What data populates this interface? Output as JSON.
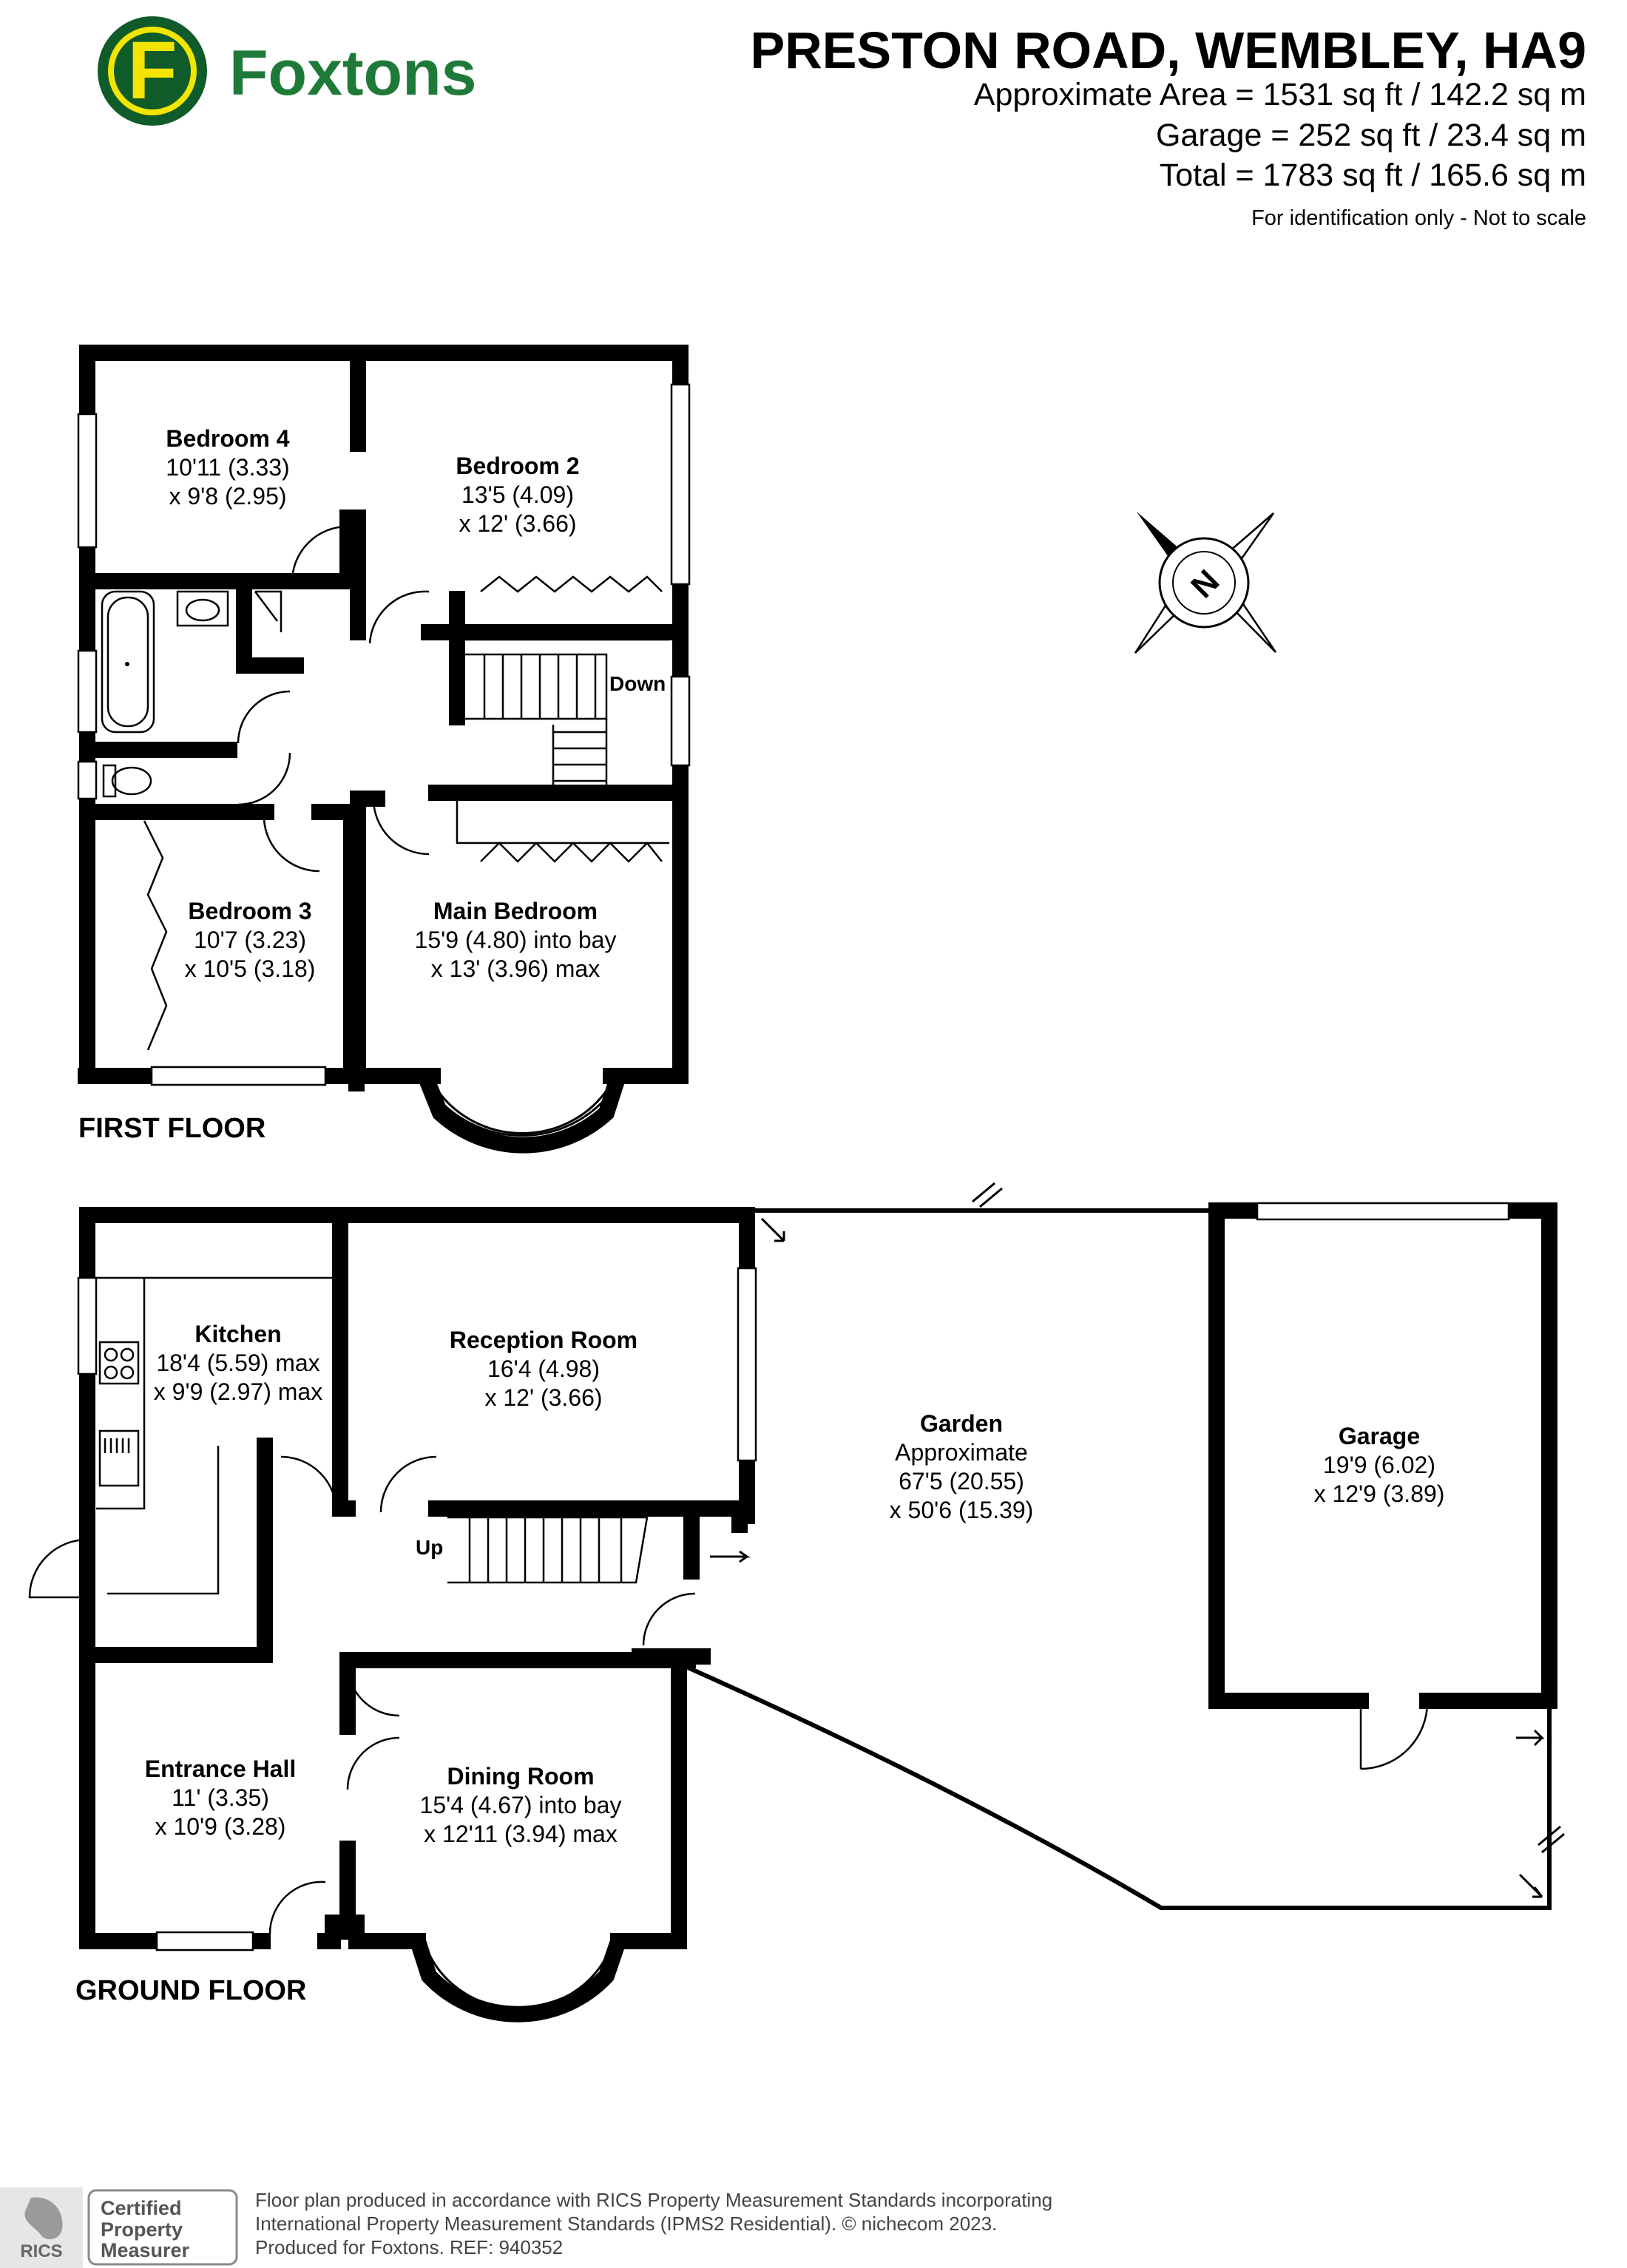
{
  "brand": {
    "name": "Foxtons",
    "mark": "F",
    "colors": {
      "green": "#0f5c2a",
      "yellow": "#f2e500"
    }
  },
  "header": {
    "title": "PRESTON ROAD, WEMBLEY, HA9",
    "area": "Approximate Area = 1531 sq ft / 142.2 sq m",
    "garage": "Garage = 252 sq ft / 23.4 sq m",
    "total": "Total = 1783 sq ft / 165.6 sq m",
    "note": "For identification only - Not to scale"
  },
  "compass": {
    "label": "N",
    "icon": "north-arrow-compass"
  },
  "first_floor": {
    "label": "FIRST FLOOR",
    "down": "Down",
    "rooms": {
      "bedroom4": {
        "name": "Bedroom 4",
        "dim1": "10'11 (3.33)",
        "dim2": "x 9'8 (2.95)"
      },
      "bedroom2": {
        "name": "Bedroom 2",
        "dim1": "13'5 (4.09)",
        "dim2": "x 12' (3.66)"
      },
      "bedroom3": {
        "name": "Bedroom 3",
        "dim1": "10'7 (3.23)",
        "dim2": "x 10'5 (3.18)"
      },
      "main": {
        "name": "Main Bedroom",
        "dim1": "15'9 (4.80) into bay",
        "dim2": "x 13' (3.96) max"
      }
    }
  },
  "ground_floor": {
    "label": "GROUND FLOOR",
    "up": "Up",
    "rooms": {
      "kitchen": {
        "name": "Kitchen",
        "dim1": "18'4 (5.59) max",
        "dim2": "x 9'9 (2.97) max"
      },
      "reception": {
        "name": "Reception Room",
        "dim1": "16'4 (4.98)",
        "dim2": "x 12' (3.66)"
      },
      "garden": {
        "name": "Garden",
        "sub": "Approximate",
        "dim1": "67'5 (20.55)",
        "dim2": "x 50'6 (15.39)"
      },
      "garage": {
        "name": "Garage",
        "dim1": "19'9 (6.02)",
        "dim2": "x 12'9 (3.89)"
      },
      "hall": {
        "name": "Entrance Hall",
        "dim1": "11' (3.35)",
        "dim2": "x 10'9 (3.28)"
      },
      "dining": {
        "name": "Dining Room",
        "dim1": "15'4 (4.67) into bay",
        "dim2": "x 12'11 (3.94) max"
      }
    }
  },
  "footer": {
    "rics": "RICS",
    "badge": [
      "Certified",
      "Property",
      "Measurer"
    ],
    "line1": "Floor plan produced in accordance with RICS Property Measurement Standards incorporating",
    "line2": "International Property Measurement Standards (IPMS2 Residential).  © nichecom 2023.",
    "line3": "Produced for Foxtons.   REF: 940352"
  }
}
